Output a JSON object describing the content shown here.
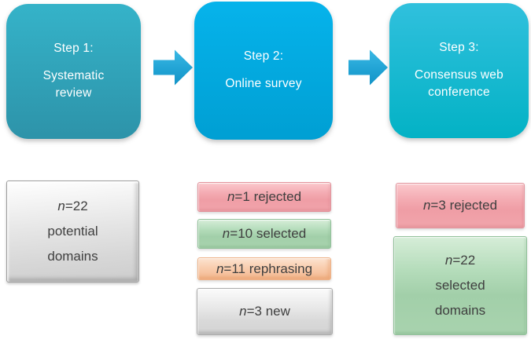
{
  "steps": [
    {
      "title": "Step 1:",
      "lines": [
        "Systematic",
        "review"
      ]
    },
    {
      "title": "Step 2:",
      "lines": [
        "Online survey"
      ]
    },
    {
      "title": "Step 3:",
      "lines": [
        "Consensus web",
        "conference"
      ]
    }
  ],
  "arrows": [
    {
      "icon": "arrow-right-icon"
    },
    {
      "icon": "arrow-right-icon"
    }
  ],
  "outcomes": {
    "step1": {
      "n": "n",
      "count": "=22",
      "lines": [
        "potential",
        "domains"
      ],
      "color": "gray"
    },
    "step2": [
      {
        "n": "n",
        "count": "=1",
        "label": "rejected",
        "color": "pink"
      },
      {
        "n": "n",
        "count": "=10",
        "label": "selected",
        "color": "green"
      },
      {
        "n": "n",
        "count": "=11",
        "label": "rephrasing",
        "color": "orange"
      },
      {
        "n": "n",
        "count": "=3",
        "label": "new",
        "color": "gray"
      }
    ],
    "step3": {
      "rejected": {
        "n": "n",
        "count": "=3",
        "label": "rejected",
        "color": "pink"
      },
      "selected": {
        "n": "n",
        "count": "=22",
        "lines": [
          "selected",
          "domains"
        ],
        "color": "green"
      }
    }
  },
  "palette": {
    "step1_top": "#35b3c9",
    "step1_bottom": "#2d93a9",
    "step2_top": "#06b3eb",
    "step2_bottom": "#009fd3",
    "step3_top": "#30c0dd",
    "step3_bottom": "#03b2c5",
    "arrow_top": "#3cbae6",
    "arrow_bottom": "#1191c5",
    "pink_body": "#ef9da5",
    "green_body": "#a2cfa9",
    "orange_body": "#f6c3a0",
    "gray_body": "#d9d9d9",
    "step_text": "#ffffff",
    "result_text": "#3f3f3f"
  }
}
